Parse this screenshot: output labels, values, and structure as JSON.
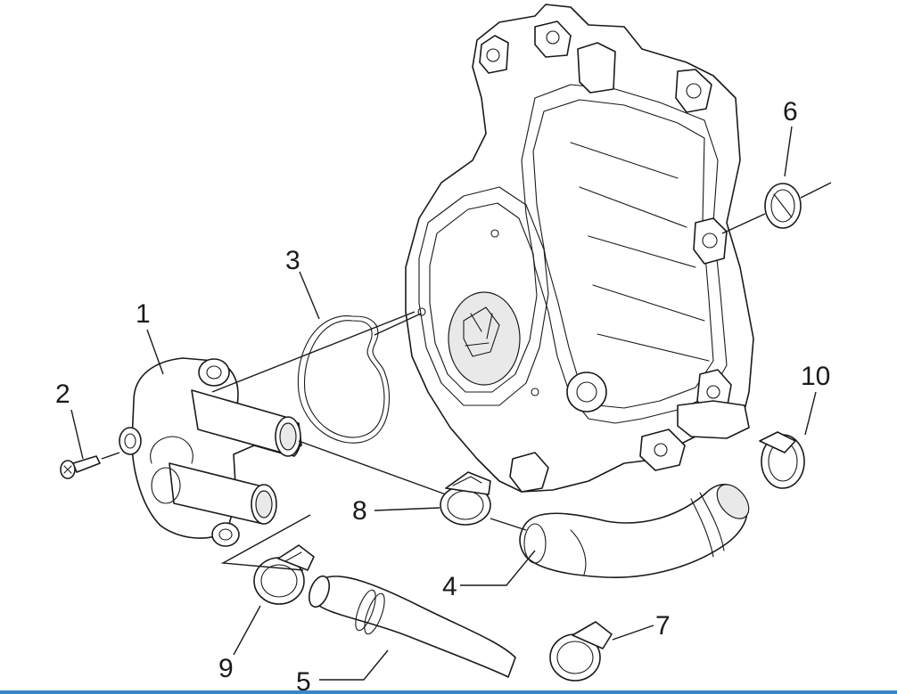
{
  "callouts": {
    "c1": "1",
    "c2": "2",
    "c3": "3",
    "c4": "4",
    "c5": "5",
    "c6": "6",
    "c7": "7",
    "c8": "8",
    "c9": "9",
    "c10": "10"
  },
  "colors": {
    "line": "#1a1a1a",
    "background": "#ffffff",
    "bottom_bar": "#3c86c6"
  }
}
